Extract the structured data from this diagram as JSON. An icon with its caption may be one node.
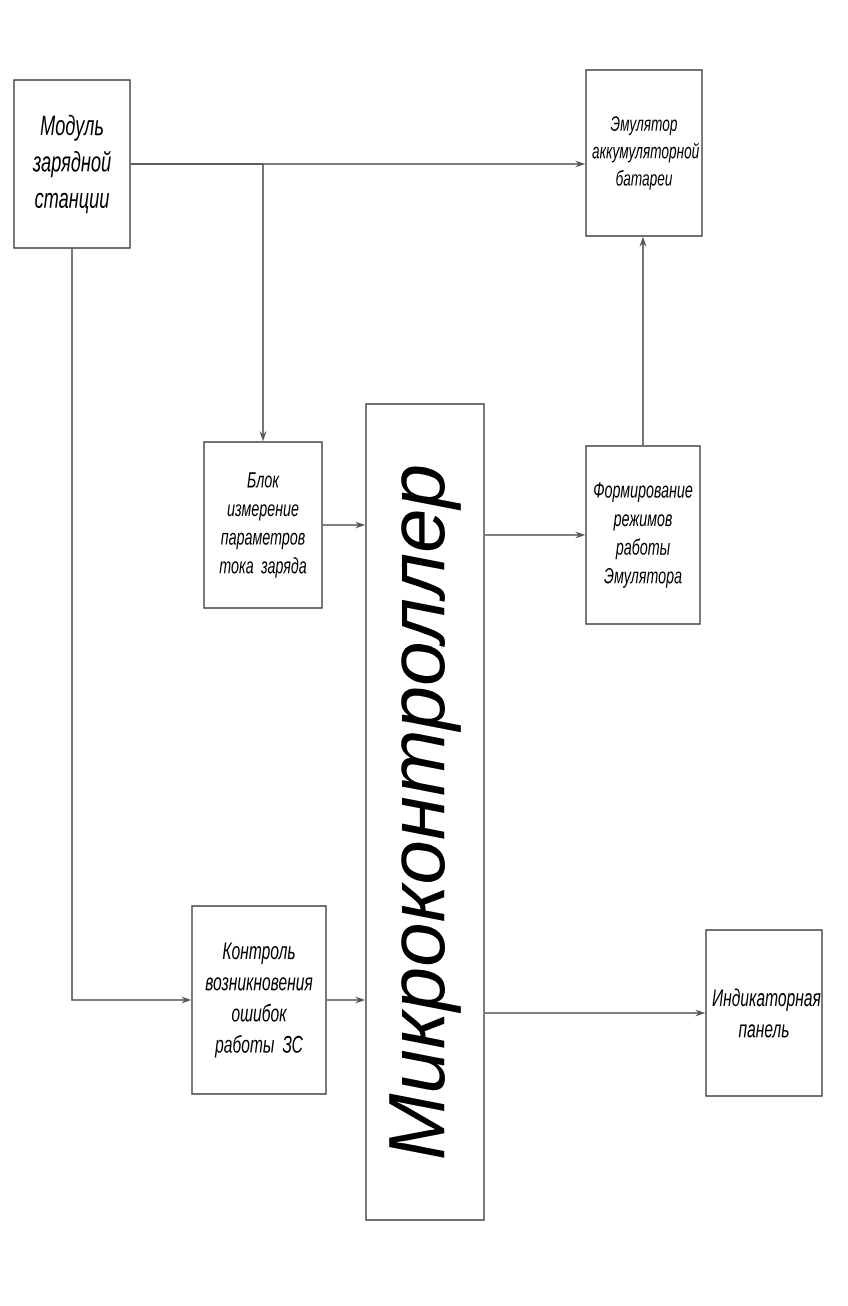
{
  "diagram": {
    "nodes": [
      {
        "text": [
          "Модуль зарядной станции"
        ]
      },
      {
        "text": [
          "Эмулятор аккумуляторной батареи"
        ]
      },
      {
        "text": [
          "Блок измерение параметров тока заряда"
        ]
      },
      {
        "text": [
          "Микроконтроллер"
        ]
      },
      {
        "text": [
          "Формирование режимов работы Эмулятора"
        ]
      },
      {
        "text": [
          "Контроль возникновения ошибок работы ЗС"
        ]
      },
      {
        "text": [
          "Индикаторная панель"
        ]
      }
    ],
    "edges": [
      {
        "from": 0,
        "to": 1,
        "arrow": "to"
      },
      {
        "from": 0,
        "to": 2,
        "arrow": "to"
      },
      {
        "from": 2,
        "to": 3,
        "arrow": "to"
      },
      {
        "from": 3,
        "to": 4,
        "arrow": "to"
      },
      {
        "from": 4,
        "to": 1,
        "arrow": "to"
      },
      {
        "from": 0,
        "to": 5,
        "arrow": "to"
      },
      {
        "from": 5,
        "to": 3,
        "arrow": "to"
      },
      {
        "from": 3,
        "to": 6,
        "arrow": "to"
      }
    ]
  }
}
